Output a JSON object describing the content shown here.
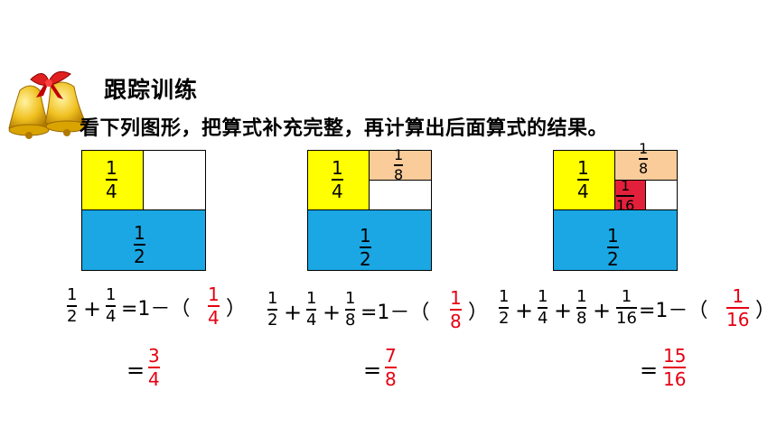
{
  "header": {
    "title": "跟踪训练",
    "instruction": "看下列图形，把算式补充完整，再计算出后面算式的结果。"
  },
  "colors": {
    "quarter": "#ffff00",
    "half": "#1aa7e4",
    "eighth": "#f9cc9a",
    "sixteenth": "#e3203b",
    "answer": "#e60012"
  },
  "labels": {
    "one_half": {
      "n": "1",
      "d": "2"
    },
    "one_quarter": {
      "n": "1",
      "d": "4"
    },
    "one_eighth": {
      "n": "1",
      "d": "8"
    },
    "one_sixteenth": {
      "n": "1",
      "d": "16"
    }
  },
  "equations": [
    {
      "terms": [
        {
          "n": "1",
          "d": "2"
        },
        {
          "n": "1",
          "d": "4"
        }
      ],
      "rhs": "=1－（",
      "close": "）",
      "blank": {
        "n": "1",
        "d": "4"
      },
      "result_eq": "=",
      "result": {
        "n": "3",
        "d": "4"
      }
    },
    {
      "terms": [
        {
          "n": "1",
          "d": "2"
        },
        {
          "n": "1",
          "d": "4"
        },
        {
          "n": "1",
          "d": "8"
        }
      ],
      "rhs": "=1－（",
      "close": "）",
      "blank": {
        "n": "1",
        "d": "8"
      },
      "result_eq": "=",
      "result": {
        "n": "7",
        "d": "8"
      }
    },
    {
      "terms": [
        {
          "n": "1",
          "d": "2"
        },
        {
          "n": "1",
          "d": "4"
        },
        {
          "n": "1",
          "d": "8"
        },
        {
          "n": "1",
          "d": "16"
        }
      ],
      "rhs": "=1－（",
      "close": "）",
      "blank": {
        "n": "1",
        "d": "16"
      },
      "result_eq": "=",
      "result": {
        "n": "15",
        "d": "16"
      }
    }
  ],
  "plus": "+"
}
